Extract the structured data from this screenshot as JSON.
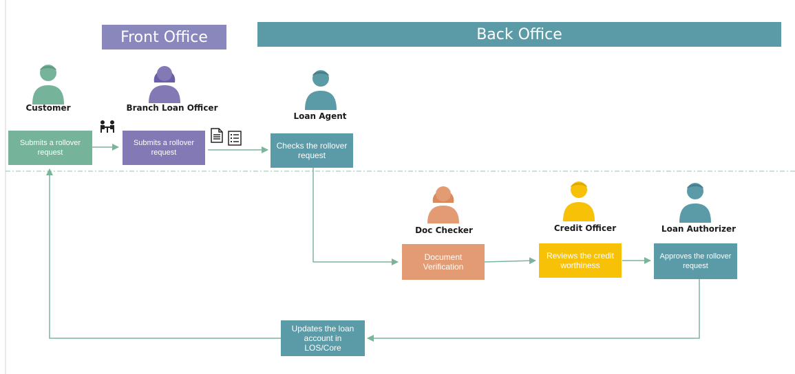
{
  "headers": {
    "front_office": "Front Office",
    "back_office": "Back Office"
  },
  "roles": {
    "customer": "Customer",
    "branch_loan_officer": "Branch Loan Officer",
    "loan_agent": "Loan Agent",
    "doc_checker": "Doc Checker",
    "credit_officer": "Credit Officer",
    "loan_authorizer": "Loan Authorizer"
  },
  "steps": {
    "customer_submit": "Submits a rollover request",
    "officer_submit": "Submits a rollover request",
    "agent_check": "Checks the rollover request",
    "doc_verification": "Document Verification",
    "credit_review": "Reviews the credit worthiness",
    "authorizer_approve": "Approves the rollover request",
    "update_account": "Updates the loan account in LOS/Core"
  },
  "icons": {
    "meeting": "meeting-icon",
    "document": "document-icon",
    "checklist": "checklist-icon"
  },
  "colors": {
    "front_office": "#8a87bd",
    "back_office": "#5b9aa7",
    "customer": "#75b39a",
    "branch_officer": "#8379b5",
    "loan_agent": "#5b9aa7",
    "doc_checker": "#e39b73",
    "credit_officer": "#f7c108",
    "arrow": "#7ab59b",
    "separator": "#8fc3b5"
  }
}
